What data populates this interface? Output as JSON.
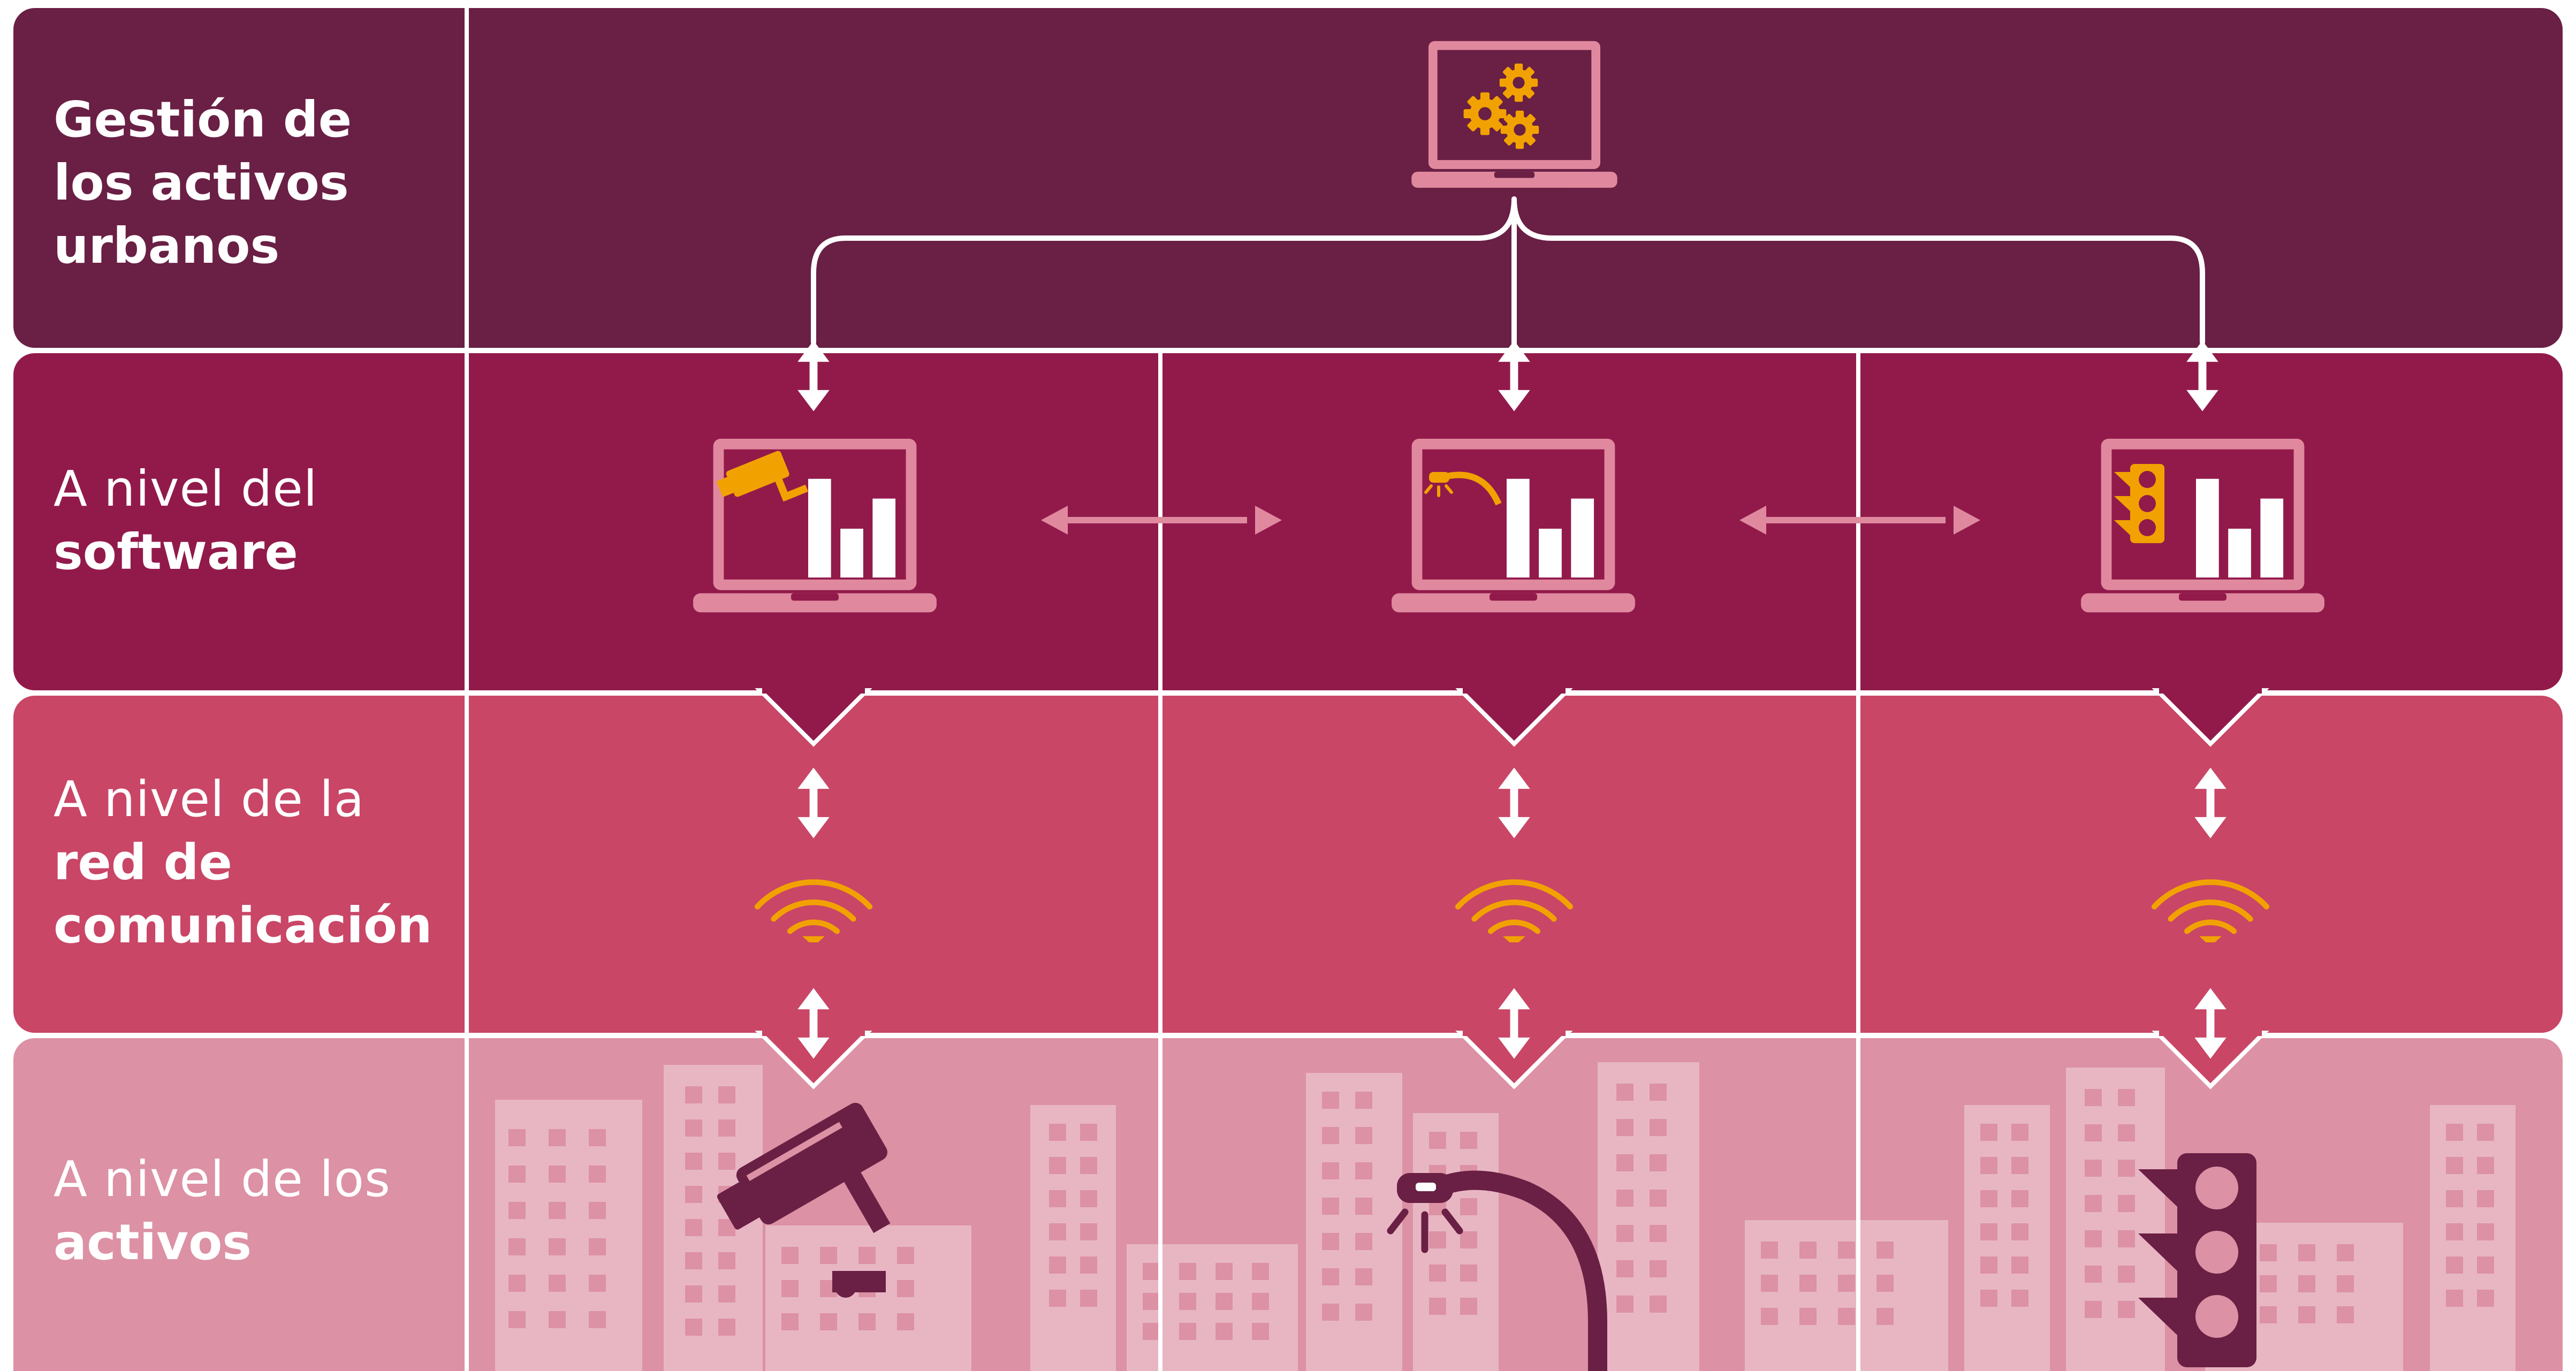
{
  "colors": {
    "row_management": "#6a1f44",
    "row_software": "#921a4b",
    "row_network": "#c94666",
    "row_assets": "#dc91a4",
    "divider": "#ffffff",
    "laptop": "#e0899e",
    "chart_bars": "#ffffff",
    "accent_icon": "#f2a200",
    "peer_arrow": "#e0899e",
    "buildings": "#e8b6c3",
    "windows": "#dc91a4",
    "asset_icon": "#6a1f44"
  },
  "rows": [
    {
      "id": "management",
      "lines": [
        {
          "text": "Gestión de",
          "style": "bold"
        },
        {
          "text": "los activos",
          "style": "bold"
        },
        {
          "text": "urbanos",
          "style": "bold"
        }
      ]
    },
    {
      "id": "software",
      "lines": [
        {
          "text": "A nivel del",
          "style": "light"
        },
        {
          "text": "software",
          "style": "bold"
        }
      ]
    },
    {
      "id": "network",
      "lines": [
        {
          "text": "A nivel de la",
          "style": "light"
        },
        {
          "text": "red de",
          "style": "bold"
        },
        {
          "text": "comunicación",
          "style": "bold"
        }
      ]
    },
    {
      "id": "assets",
      "lines": [
        {
          "text": "A nivel de los",
          "style": "light"
        },
        {
          "text": "activos",
          "style": "bold"
        }
      ]
    }
  ],
  "icons": {
    "central": "gears-laptop-icon",
    "software": [
      "camera-dashboard-laptop-icon",
      "streetlight-dashboard-laptop-icon",
      "traffic-light-dashboard-laptop-icon"
    ],
    "network": "wifi-icon",
    "assets": [
      "security-camera-icon",
      "streetlight-icon",
      "traffic-light-icon"
    ]
  }
}
